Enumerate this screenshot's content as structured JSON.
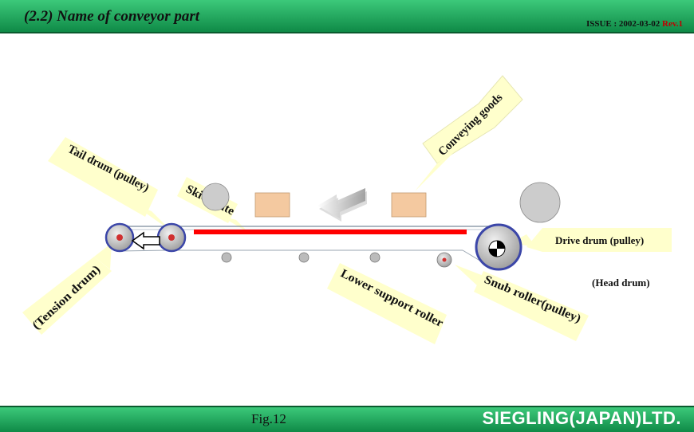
{
  "header": {
    "title": "(2.2) Name of conveyor part",
    "issue_prefix": "ISSUE : 2002-03-02",
    "issue_rev": "Rev.1"
  },
  "labels": {
    "conveying_goods": "Conveying goods",
    "tail_drum": "Tail drum (pulley)",
    "skid_plate": "Skid plate",
    "drive_drum": "Drive drum (pulley)",
    "head_drum": "(Head drum)",
    "tension_drum": "(Tension drum)",
    "lower_support_roller": "Lower support roller",
    "snub_roller": "Snub roller(pulley)"
  },
  "footer": {
    "figure": "Fig.12",
    "company": "SIEGLING(JAPAN)LTD."
  },
  "colors": {
    "bar_green": "#1fa95d",
    "callout": "#ffffcc",
    "skid": "#ff0000",
    "goods": "#f4c9a0",
    "drum_rim": "#3b46a8"
  }
}
